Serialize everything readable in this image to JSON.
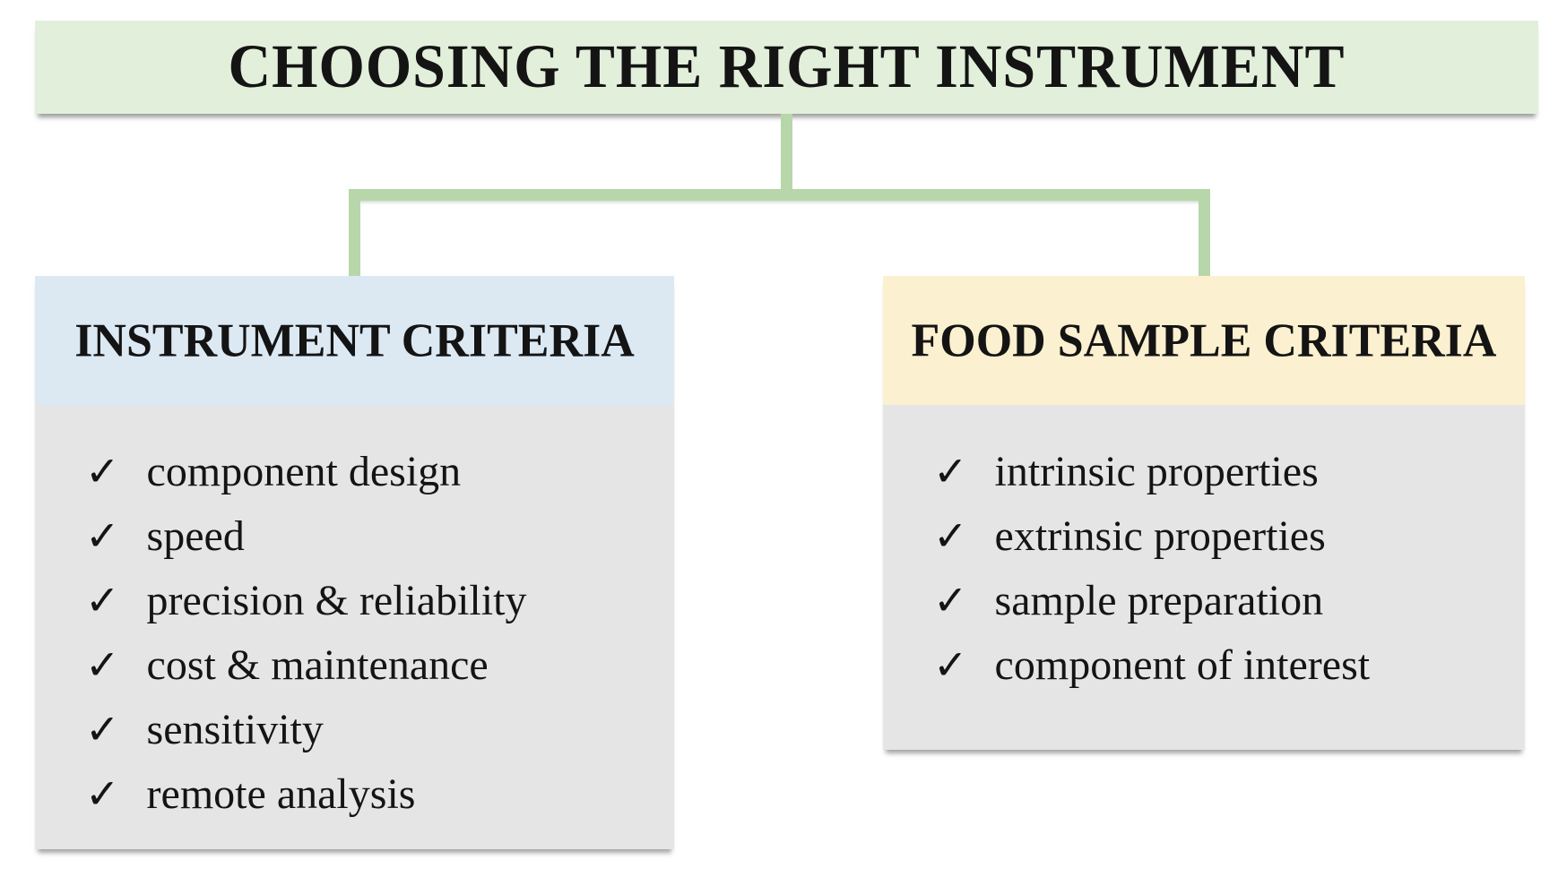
{
  "title": "CHOOSING THE RIGHT INSTRUMENT",
  "check_glyph": "✓",
  "colors": {
    "banner_bg": "#e2efda",
    "connector_green": "#b7d6aa",
    "instrument_header_bg": "#dce9f3",
    "food_header_bg": "#fbf0cf",
    "body_bg": "#e5e5e5",
    "text": "#141414"
  },
  "instrument_card": {
    "header": "INSTRUMENT CRITERIA",
    "items": [
      "component design",
      "speed",
      "precision & reliability",
      "cost & maintenance",
      "sensitivity",
      "remote analysis"
    ]
  },
  "food_card": {
    "header": "FOOD SAMPLE CRITERIA",
    "items": [
      "intrinsic properties",
      "extrinsic properties",
      "sample preparation",
      "component of interest"
    ]
  }
}
